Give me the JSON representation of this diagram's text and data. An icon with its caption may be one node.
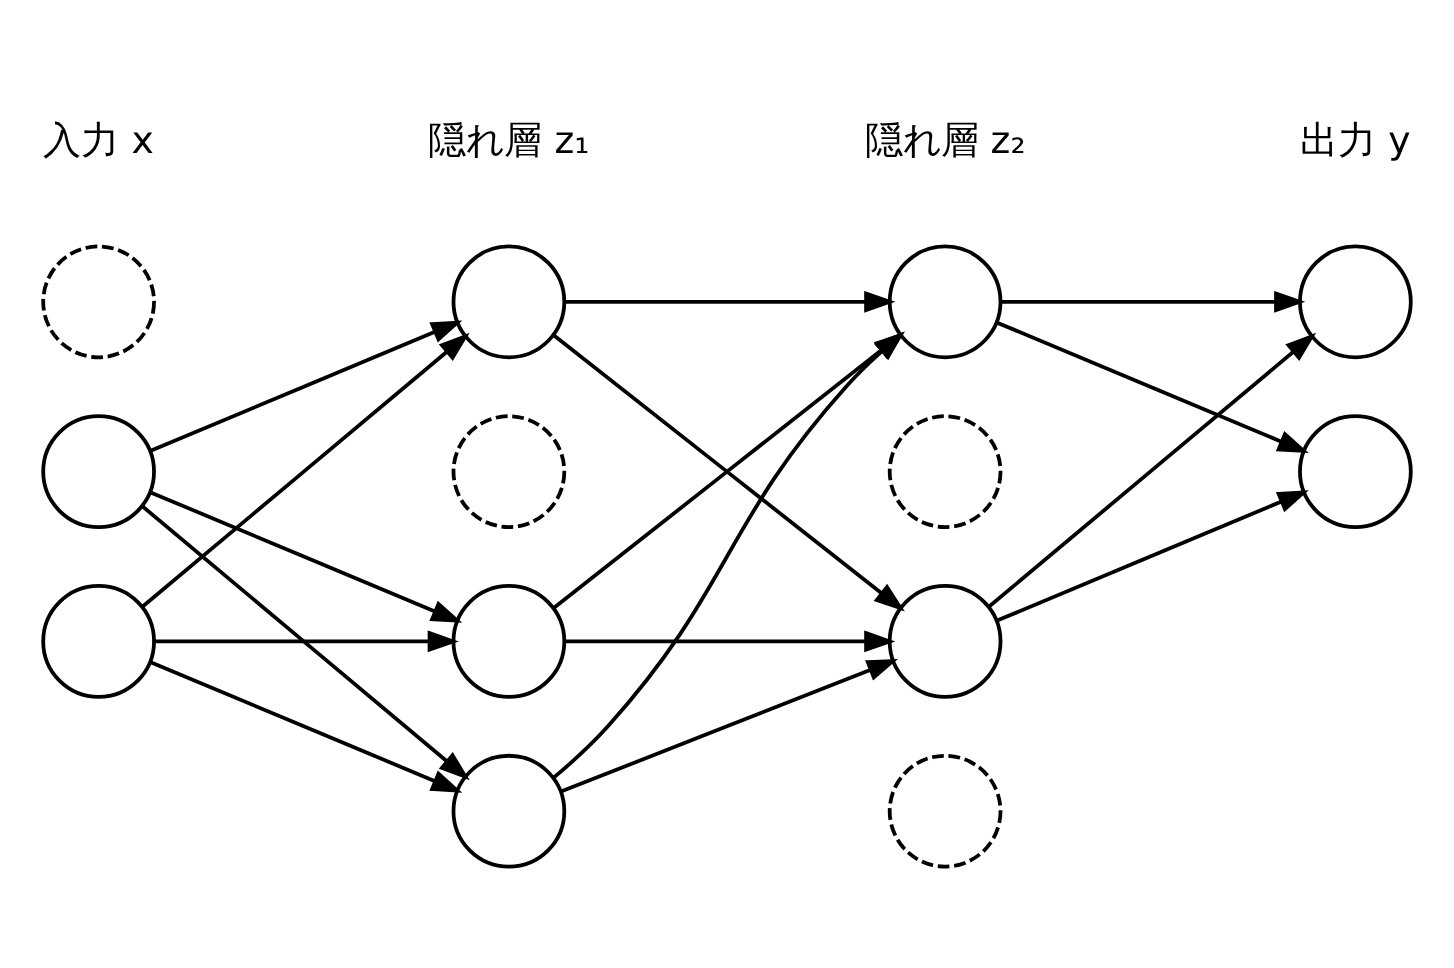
{
  "diagram": {
    "nodes": [
      {
        "text": [],
        "shape": "circle"
      },
      {
        "text": [],
        "shape": "circle"
      },
      {
        "text": [],
        "shape": "circle"
      },
      {
        "text": [],
        "shape": "circle"
      },
      {
        "text": [],
        "shape": "circle"
      },
      {
        "text": [],
        "shape": "circle"
      },
      {
        "text": [],
        "shape": "circle"
      },
      {
        "text": [],
        "shape": "circle"
      },
      {
        "text": [],
        "shape": "circle"
      },
      {
        "text": [],
        "shape": "circle"
      },
      {
        "text": [],
        "shape": "circle"
      },
      {
        "text": [],
        "shape": "circle"
      },
      {
        "text": [],
        "shape": "circle"
      }
    ],
    "edges": [
      {
        "from": 1,
        "to": 3,
        "arrow": "to"
      },
      {
        "from": 1,
        "to": 5,
        "arrow": "to"
      },
      {
        "from": 1,
        "to": 6,
        "arrow": "to"
      },
      {
        "from": 2,
        "to": 3,
        "arrow": "to"
      },
      {
        "from": 2,
        "to": 5,
        "arrow": "to"
      },
      {
        "from": 2,
        "to": 6,
        "arrow": "to"
      },
      {
        "from": 3,
        "to": 7,
        "arrow": "to"
      },
      {
        "from": 3,
        "to": 9,
        "arrow": "to"
      },
      {
        "from": 5,
        "to": 7,
        "arrow": "to"
      },
      {
        "from": 5,
        "to": 9,
        "arrow": "to"
      },
      {
        "from": 6,
        "to": 7,
        "arrow": "to"
      },
      {
        "from": 6,
        "to": 9,
        "arrow": "to"
      },
      {
        "from": 7,
        "to": 11,
        "arrow": "to"
      },
      {
        "from": 7,
        "to": 12,
        "arrow": "to"
      },
      {
        "from": 9,
        "to": 11,
        "arrow": "to"
      },
      {
        "from": 9,
        "to": 12,
        "arrow": "to"
      }
    ],
    "labels": [
      "隠れ層 z₁",
      "隠れ層 z₂",
      "入力 x",
      "出力 y"
    ]
  }
}
